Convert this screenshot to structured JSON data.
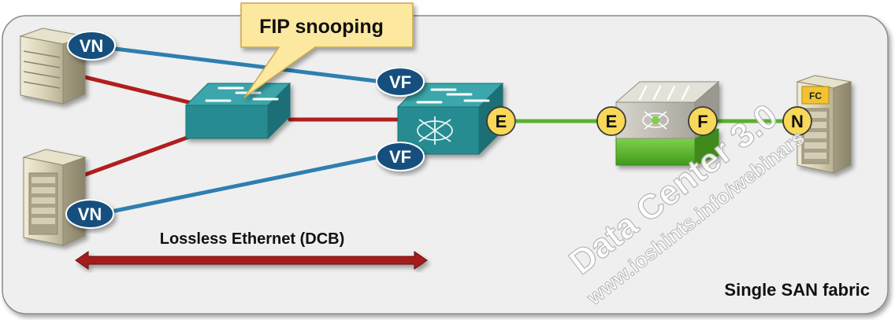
{
  "callout": {
    "text": "FIP snooping"
  },
  "ports": {
    "vn_top": "VN",
    "vn_bottom": "VN",
    "vf_top": "VF",
    "vf_bottom": "VF",
    "e_fcf": "E",
    "e_fcswitch": "E",
    "f_fcswitch": "F",
    "n_storage": "N"
  },
  "storage_tag": "FC",
  "labels": {
    "lossless": "Lossless Ethernet (DCB)",
    "fabric": "Single SAN fabric"
  },
  "watermark": {
    "title": "Data Center 3.0",
    "url": "www.ioshints.info/webinars"
  },
  "colors": {
    "fcoe_link": "#2e7fb0",
    "ethernet_link": "#b11e1e",
    "fc_link": "#5bb030",
    "port_badge": "#14507e",
    "port_circle": "#f8d858",
    "switch": "#2b9296",
    "callout": "#fde8a0",
    "panel": "#efefef"
  }
}
